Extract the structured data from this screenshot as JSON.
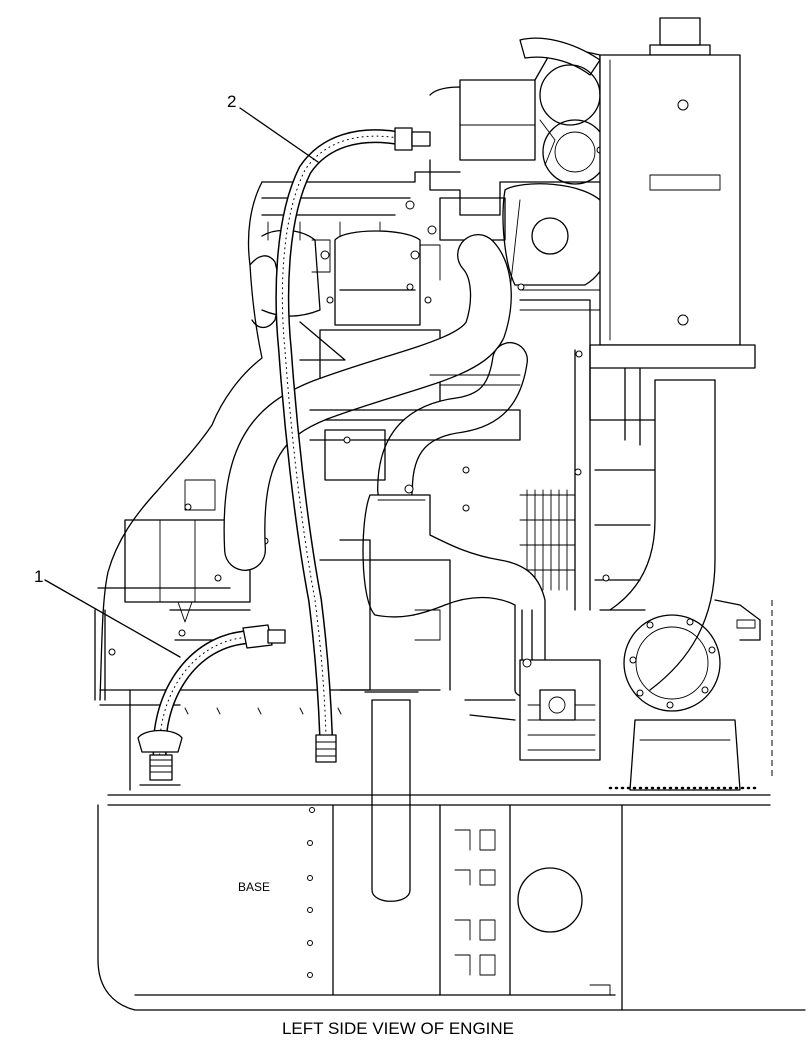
{
  "drawing": {
    "caption": "LEFT SIDE VIEW OF ENGINE",
    "base_label": "BASE",
    "callouts": [
      {
        "number": "1"
      },
      {
        "number": "2"
      }
    ]
  }
}
